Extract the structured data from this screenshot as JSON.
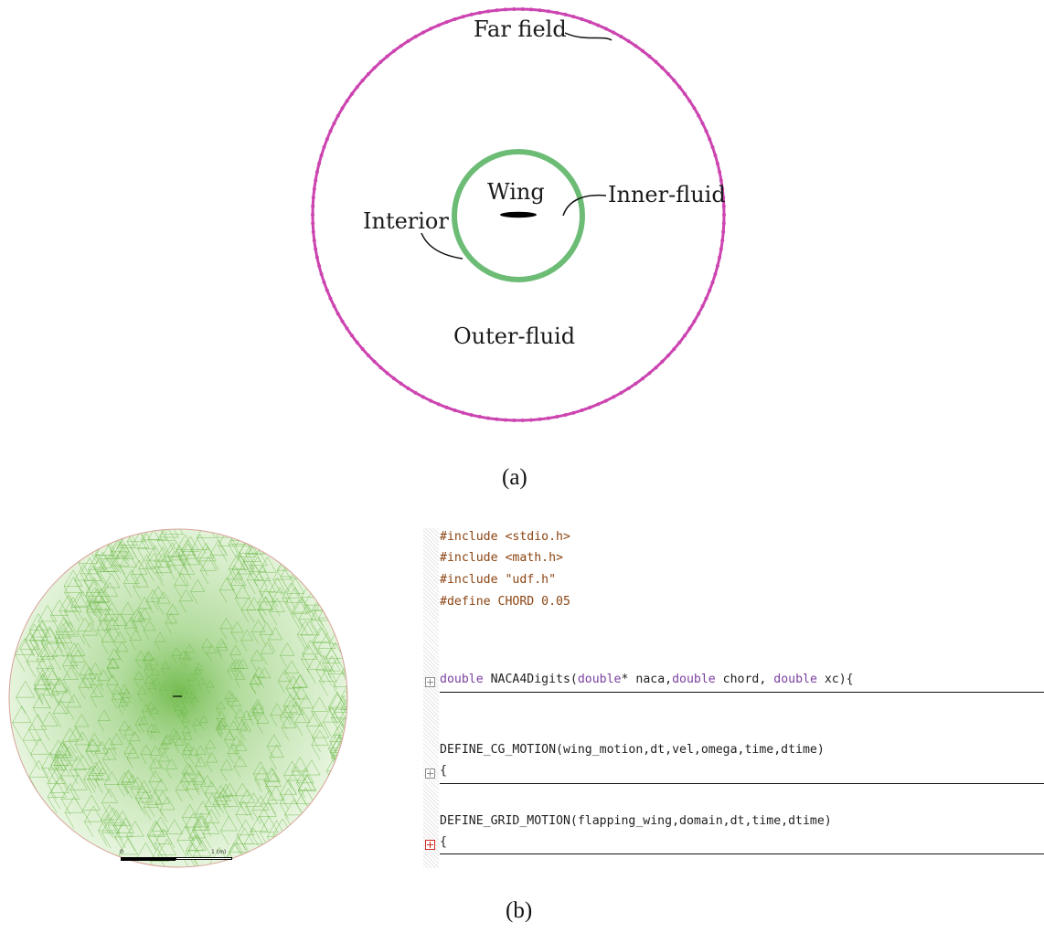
{
  "panel_a": {
    "caption": "(a)",
    "labels": {
      "far_field": "Far field",
      "wing": "Wing",
      "inner_fluid": "Inner-fluid",
      "interior": "Interior",
      "outer_fluid": "Outer-fluid"
    },
    "colors": {
      "far_field": "#cc44b0",
      "interior": "#6cbc76",
      "wing": "#000000"
    }
  },
  "panel_b": {
    "caption": "(b)",
    "scale_bar": {
      "start": "0",
      "end": "1 (m)"
    },
    "mesh_color": "#6fb94a",
    "code": {
      "includes": [
        "#include <stdio.h>",
        "#include <math.h>",
        "#include \"udf.h\"",
        "#define CHORD 0.05"
      ],
      "naca": {
        "type": "double",
        "name": " NACA4Digits(",
        "p1_type": "double",
        "p1": "* naca,",
        "p2_type": "double",
        "p2": " chord, ",
        "p3_type": "double",
        "p3": " xc){"
      },
      "cg_motion": "DEFINE_CG_MOTION(wing_motion,dt,vel,omega,time,dtime)",
      "grid_motion": "DEFINE_GRID_MOTION(flapping_wing,domain,dt,time,dtime)",
      "open_brace": "{"
    }
  }
}
